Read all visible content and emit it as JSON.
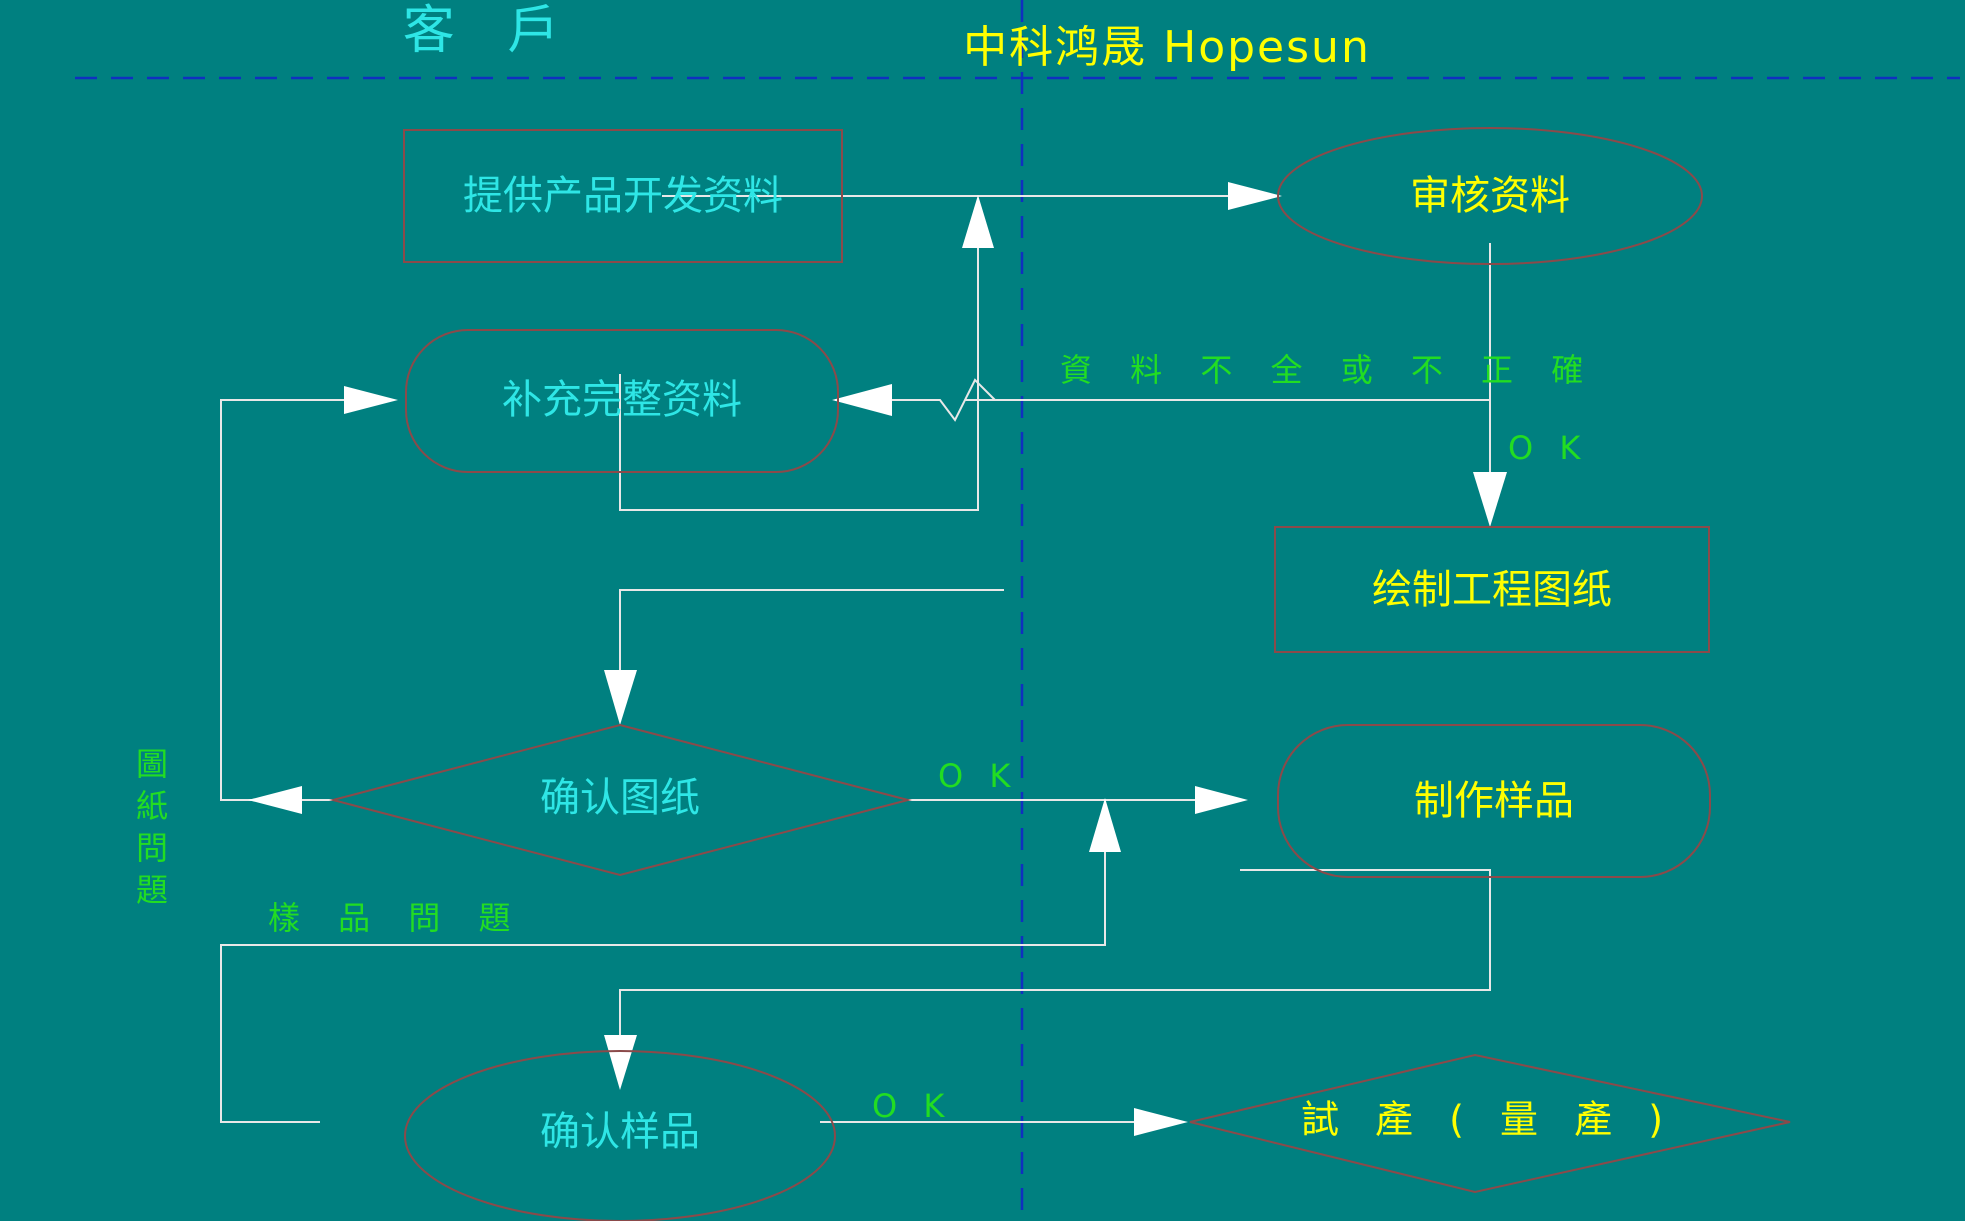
{
  "diagram": {
    "title_visible": false,
    "background_color": "#008080",
    "shape_stroke_color": "#8b4a4a",
    "connector_color": "#e8e8e8",
    "divider_color": "#1030c0",
    "customer_text_color": "#2ee6e6",
    "company_text_color": "#ffff00",
    "edge_label_color": "#22dd22"
  },
  "lanes": {
    "left": {
      "title": "客 戶"
    },
    "right": {
      "title": "中科鸿晟  Hopesun"
    }
  },
  "nodes": {
    "provide_data": {
      "label": "提供产品开发资料",
      "shape": "rectangle",
      "lane": "customer"
    },
    "review_data": {
      "label": "审核资料",
      "shape": "ellipse",
      "lane": "company"
    },
    "supplement_data": {
      "label": "补充完整资料",
      "shape": "rounded-rectangle",
      "lane": "customer"
    },
    "draw_drawings": {
      "label": "绘制工程图纸",
      "shape": "rectangle",
      "lane": "company"
    },
    "confirm_drawings": {
      "label": "确认图纸",
      "shape": "diamond",
      "lane": "customer"
    },
    "make_sample": {
      "label": "制作样品",
      "shape": "rounded-rectangle",
      "lane": "company"
    },
    "confirm_sample": {
      "label": "确认样品",
      "shape": "ellipse",
      "lane": "customer"
    },
    "trial_production": {
      "label": "試 產 ( 量 產 )",
      "shape": "diamond",
      "lane": "company"
    }
  },
  "edge_labels": {
    "data_incomplete": "資 料 不 全 或 不 正 確",
    "ok_review": "O K",
    "ok_drawings": "O K",
    "ok_sample": "O K",
    "drawing_problem": "圖紙問題",
    "drawing_problem_chars": [
      "圖",
      "紙",
      "問",
      "題"
    ],
    "sample_problem": "樣 品 問 題"
  }
}
